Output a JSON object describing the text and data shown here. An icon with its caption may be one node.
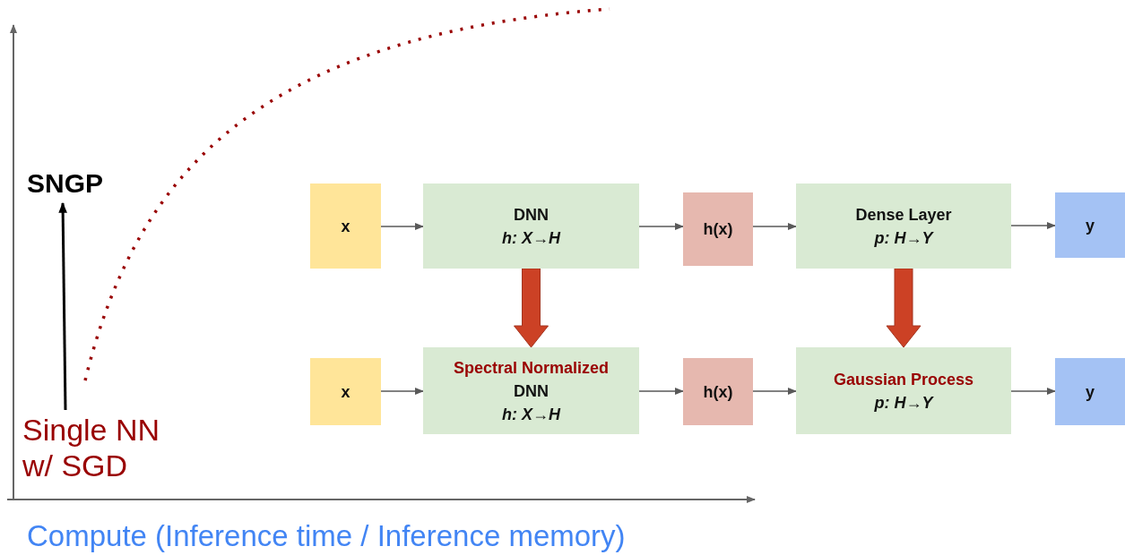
{
  "diagram": {
    "nodes": [
      {
        "text": [
          "x"
        ]
      },
      {
        "text": [
          "DNN",
          "h: X→H"
        ]
      },
      {
        "text": [
          "h(x)"
        ]
      },
      {
        "text": [
          "Dense Layer",
          "p: H→Y"
        ]
      },
      {
        "text": [
          "y"
        ]
      },
      {
        "text": [
          "x"
        ]
      },
      {
        "text": [
          "Spectral Normalized",
          "DNN",
          "h: X→H"
        ]
      },
      {
        "text": [
          "h(x)"
        ]
      },
      {
        "text": [
          "Gaussian Process",
          "p: H→Y"
        ]
      },
      {
        "text": [
          "y"
        ]
      },
      {
        "text": [
          "SNGP"
        ]
      },
      {
        "text": [
          "Single NN w/ SGD"
        ]
      }
    ],
    "edges": [
      {
        "from": 0,
        "to": 1,
        "arrow": "to"
      },
      {
        "from": 1,
        "to": 2,
        "arrow": "to"
      },
      {
        "from": 2,
        "to": 3,
        "arrow": "to"
      },
      {
        "from": 3,
        "to": 4,
        "arrow": "to"
      },
      {
        "from": 5,
        "to": 6,
        "arrow": "to"
      },
      {
        "from": 6,
        "to": 7,
        "arrow": "to"
      },
      {
        "from": 7,
        "to": 8,
        "arrow": "to"
      },
      {
        "from": 8,
        "to": 9,
        "arrow": "to"
      },
      {
        "from": 1,
        "to": 6,
        "arrow": "to",
        "style": "thick",
        "color": "#cc4125"
      },
      {
        "from": 3,
        "to": 8,
        "arrow": "to",
        "style": "thick",
        "color": "#cc4125"
      },
      {
        "from": 11,
        "to": 10,
        "arrow": "to",
        "color": "#000000"
      }
    ],
    "labels": [
      "Compute (Inference time / Inference memory)"
    ]
  }
}
